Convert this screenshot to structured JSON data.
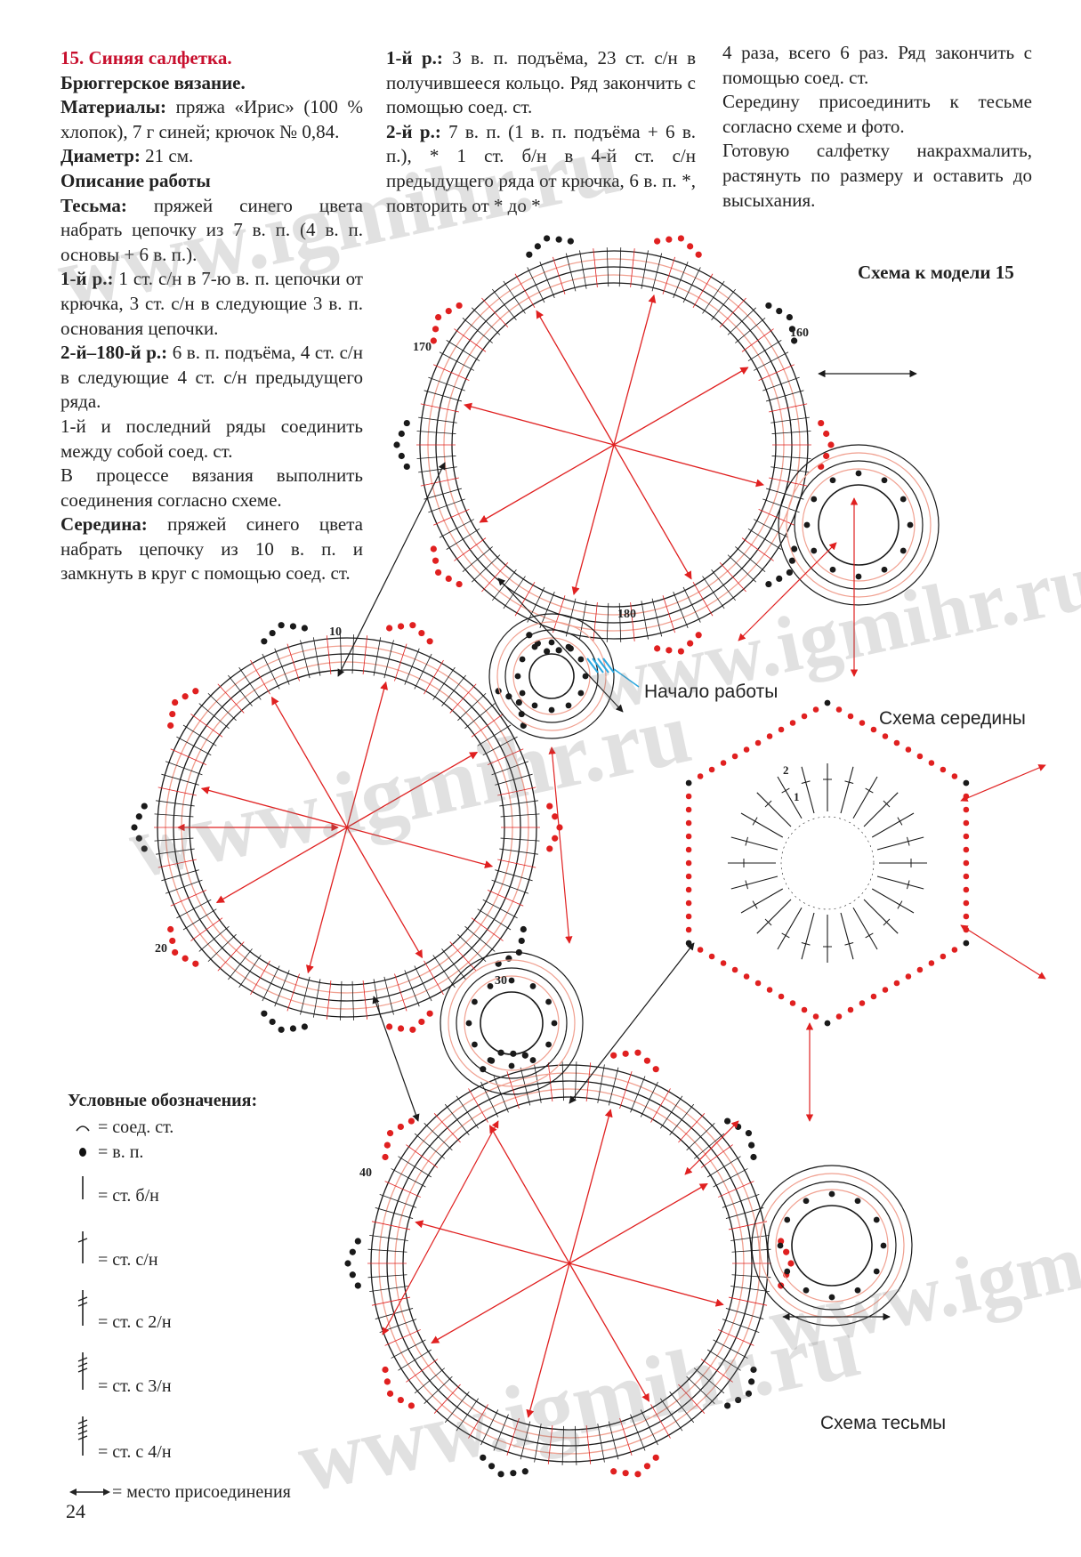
{
  "page_number": "24",
  "col1": {
    "title": "15. Синяя салфетка.",
    "subtitle": "Брюггерское вязание.",
    "materials_label": "Материалы:",
    "materials_text": " пряжа «Ирис» (100 % хлопок), 7 г синей; крючок № 0,84.",
    "diameter_label": "Диаметр:",
    "diameter_text": " 21 см.",
    "desc_label": "Описание работы",
    "tesma_label": "Тесьма:",
    "tesma_text": " пряжей синего цвета набрать цепочку из 7 в. п. (4 в. п. основы + 6 в. п.).",
    "r1_label": "1-й р.:",
    "r1_text": " 1 ст. с/н в 7-ю в. п. цепочки от крючка, 3 ст. с/н в следующие 3 в. п. основания цепочки.",
    "r2_label": "2-й–180-й р.:",
    "r2_text": " 6 в. п. подъёма, 4 ст. с/н в следующие 4 ст. с/н предыдущего ряда.",
    "p_join": "1-й и последний ряды соединить между собой соед. ст.",
    "p_process": "В процессе вязания выполнить соединения согласно схеме.",
    "center_label": "Середина:",
    "center_text": " пряжей синего цвета набрать цепочку из 10 в. п. и замкнуть в круг с помощью соед. ст."
  },
  "col2": {
    "r1_label": "1-й р.:",
    "r1_text": " 3 в. п. подъёма, 23 ст. с/н в получившееся кольцо. Ряд закончить с помощью соед. ст.",
    "r2_label": "2-й р.:",
    "r2_text": " 7 в. п. (1 в. п. подъёма + 6 в. п.), * 1 ст. б/н в 4-й ст. с/н предыдущего ряда от крючка, 6 в. п. *, повторить от * до *"
  },
  "col3": {
    "p1": "4 раза, всего 6 раз. Ряд закончить с помощью соед. ст.",
    "p2": "Середину присоединить к тесьме согласно схеме и фото.",
    "p3": "Готовую салфетку накрахмалить, растянуть по размеру и оставить до высыхания."
  },
  "diagram": {
    "scheme_title": "Схема к модели 15",
    "start_label": "Начало работы",
    "center_scheme_label": "Схема середины",
    "tape_scheme_label": "Схема тесьмы",
    "row_numbers": [
      "10",
      "20",
      "30",
      "40",
      "160",
      "170",
      "180"
    ],
    "center_row_labels": [
      "1",
      "2"
    ],
    "colors": {
      "black": "#1a1a1a",
      "red": "#e02020",
      "salmon": "#f0a090",
      "blue": "#2aa8e0"
    }
  },
  "legend": {
    "title": "Условные обозначения:",
    "items": [
      {
        "icon": "slip-stitch-icon",
        "text": "= соед. ст."
      },
      {
        "icon": "chain-stitch-icon",
        "text": "= в. п."
      },
      {
        "icon": "single-crochet-icon",
        "text": "= ст. б/н"
      },
      {
        "icon": "double-crochet-icon",
        "text": "= ст. с/н"
      },
      {
        "icon": "treble-crochet-icon",
        "text": "= ст. с 2/н"
      },
      {
        "icon": "double-treble-icon",
        "text": "= ст. с 3/н"
      },
      {
        "icon": "triple-treble-icon",
        "text": "= ст. с 4/н"
      },
      {
        "icon": "join-arrow-icon",
        "text": "= место присоединения"
      }
    ]
  },
  "watermark": "www.igmihr.ru"
}
